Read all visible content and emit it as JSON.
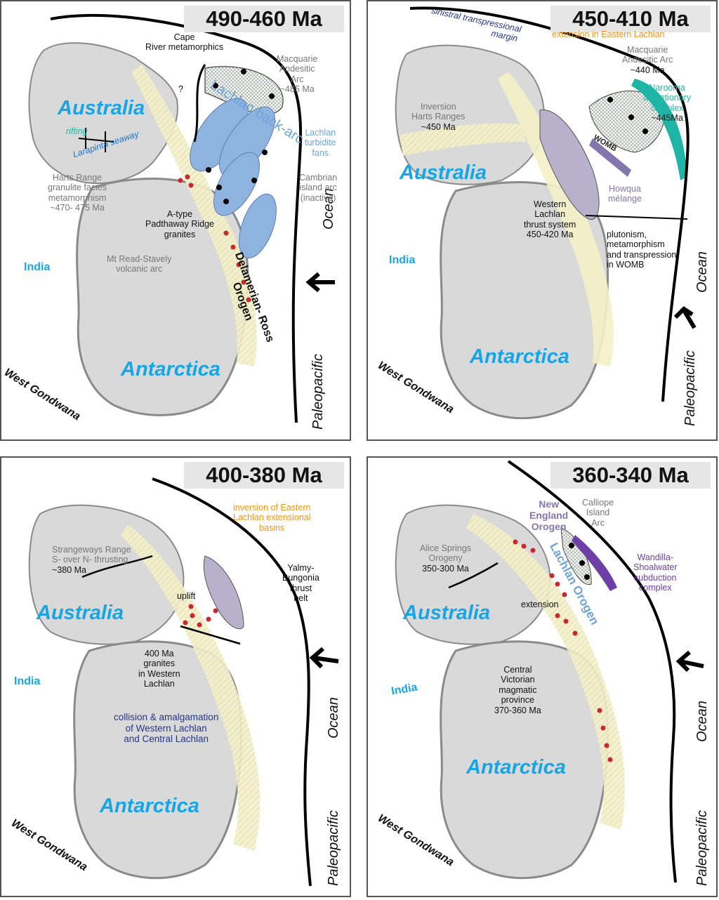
{
  "colors": {
    "continent_fill": "#d9d9d9",
    "continent_outline": "#8a8a8a",
    "orogen_band": "#f4efc6",
    "turbidite_fans": "#8fb3df",
    "arc_fill": "#c9d4c9",
    "granite_dots": "#c8282e",
    "label_blue": "#16a6e8",
    "teal": "#1fb5a6",
    "orange": "#f29413",
    "navy": "#24368a",
    "purple": "#6e3fa5"
  },
  "icons": {
    "arrow": "ocean-plate-motion-arrow-icon",
    "subduction": "subduction-zone-teeth-icon",
    "thrust": "thrust-fault-teeth-icon"
  },
  "panels": [
    {
      "age": "490-460 Ma",
      "labels": {
        "australia": "Australia",
        "antarctica": "Antarctica",
        "india": "India",
        "west_gondwana": "West Gondwana",
        "ocean": "Ocean",
        "paleopacific": "Paleopacific",
        "cape_river_1": "Cape",
        "cape_river_2": "River metamorphics",
        "macquarie_1": "Macquarie",
        "macquarie_2": "Andesitic",
        "macquarie_3": "Arc",
        "macquarie_4": "~485 Ma",
        "lachlan_back_arc": "Lachlan back-arc",
        "lachlan_turbidite_1": "Lachlan",
        "lachlan_turbidite_2": "turbidite",
        "lachlan_turbidite_3": "fans",
        "rifting": "rifting",
        "larapinta": "Larapinta seaway",
        "harts_1": "Harts Range",
        "harts_2": "granulite facies",
        "harts_3": "metamorphism",
        "harts_4": "~470- 475 Ma",
        "cambrian_1": "Cambrian",
        "cambrian_2": "island arc",
        "cambrian_3": "(inactive)",
        "atype_1": "A-type",
        "atype_2": "Padthaway Ridge",
        "atype_3": "granites",
        "mtread_1": "Mt Read-Stavely",
        "mtread_2": "volcanic arc",
        "delamerian_1": "Delamerian- Ross",
        "delamerian_2": "Orogen",
        "question": "?"
      }
    },
    {
      "age": "450-410 Ma",
      "labels": {
        "australia": "Australia",
        "antarctica": "Antarctica",
        "india": "India",
        "west_gondwana": "West Gondwana",
        "ocean": "Ocean",
        "paleopacific": "Paleopacific",
        "sinistral_1": "sinistral transpressional",
        "sinistral_2": "margin",
        "extension": "extension in Eastern Lachlan",
        "macquarie_1": "Macquarie",
        "macquarie_2": "Andesitic Arc",
        "macquarie_3": "~440 Ma",
        "narooma_1": "Narooma",
        "narooma_2": "accretionary",
        "narooma_3": "complex",
        "narooma_4": "~445Ma",
        "inversion_1": "Inversion",
        "inversion_2": "Harts Ranges",
        "inversion_3": "~450 Ma",
        "womb": "WOMB",
        "howqua_1": "Howqua",
        "howqua_2": "mélange",
        "western_1": "Western",
        "western_2": "Lachlan",
        "western_3": "thrust system",
        "western_4": "450-420 Ma",
        "pluton_1": "plutonism,",
        "pluton_2": "metamorphism",
        "pluton_3": "and transpression",
        "pluton_4": "in WOMB"
      }
    },
    {
      "age": "400-380 Ma",
      "labels": {
        "australia": "Australia",
        "antarctica": "Antarctica",
        "india": "India",
        "west_gondwana": "West Gondwana",
        "ocean": "Ocean",
        "paleopacific": "Paleopacific",
        "inversion_1": "inversion of Eastern",
        "inversion_2": "Lachlan extensional",
        "inversion_3": "basins",
        "strangeways_1": "Strangeways Range",
        "strangeways_2": "S- over N- thrusting",
        "strangeways_3": "~380 Ma",
        "yalmy_1": "Yalmy-",
        "yalmy_2": "Bungonia",
        "yalmy_3": "thrust",
        "yalmy_4": "belt",
        "uplift": "uplift",
        "granites_1": "400 Ma",
        "granites_2": "granites",
        "granites_3": "in Western",
        "granites_4": "Lachlan",
        "collision_1": "collision & amalgamation",
        "collision_2": "of Western Lachlan",
        "collision_3": "and Central Lachlan"
      }
    },
    {
      "age": "360-340 Ma",
      "labels": {
        "australia": "Australia",
        "antarctica": "Antarctica",
        "india": "India",
        "west_gondwana": "West Gondwana",
        "ocean": "Ocean",
        "paleopacific": "Paleopacific",
        "new_england_1": "New",
        "new_england_2": "England",
        "new_england_3": "Orogen",
        "calliope_1": "Calliope",
        "calliope_2": "Island",
        "calliope_3": "Arc",
        "wandilla_1": "Wandilla-",
        "wandilla_2": "Shoalwater",
        "wandilla_3": "subduction",
        "wandilla_4": "complex",
        "alice_1": "Alice Springs",
        "alice_2": "Orogeny",
        "alice_3": "350-300 Ma",
        "lachlan_orogen": "Lachlan Orogen",
        "extension": "extension",
        "cvmp_1": "Central",
        "cvmp_2": "Victorian",
        "cvmp_3": "magmatic",
        "cvmp_4": "province",
        "cvmp_5": "370-360 Ma"
      }
    }
  ]
}
